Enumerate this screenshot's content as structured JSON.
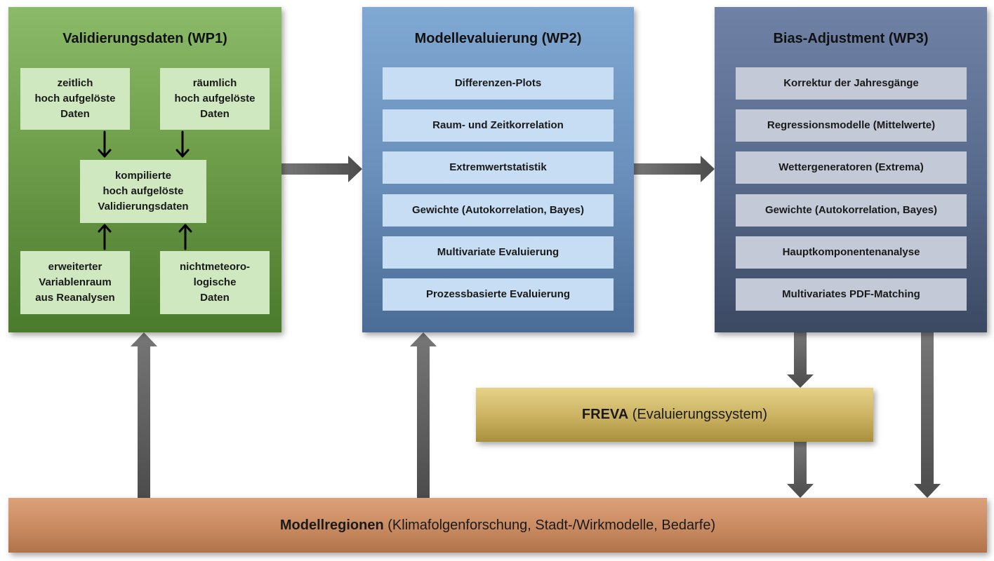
{
  "wp1": {
    "title": "Validierungsdaten (WP1)",
    "box_temporal": [
      "zeitlich",
      "hoch aufgelöste",
      "Daten"
    ],
    "box_spatial": [
      "räumlich",
      "hoch aufgelöste",
      "Daten"
    ],
    "box_compiled": [
      "kompilierte",
      "hoch aufgelöste",
      "Validierungsdaten"
    ],
    "box_reanalysis": [
      "erweiterter",
      "Variablenraum",
      "aus Reanalysen"
    ],
    "box_nonmet": [
      "nichtmeteoro-",
      "logische",
      "Daten"
    ]
  },
  "wp2": {
    "title": "Modellevaluierung (WP2)",
    "items": [
      "Differenzen-Plots",
      "Raum- und Zeitkorrelation",
      "Extremwertstatistik",
      "Gewichte (Autokorrelation, Bayes)",
      "Multivariate Evaluierung",
      "Prozessbasierte Evaluierung"
    ]
  },
  "wp3": {
    "title": "Bias-Adjustment (WP3)",
    "items": [
      "Korrektur der Jahresgänge",
      "Regressionsmodelle (Mittelwerte)",
      "Wettergeneratoren (Extrema)",
      "Gewichte (Autokorrelation, Bayes)",
      "Hauptkomponentenanalyse",
      "Multivariates PDF-Matching"
    ]
  },
  "freva": {
    "bold": "FREVA",
    "rest": " (Evaluierungssystem)"
  },
  "regions": {
    "bold": "Modellregionen",
    "rest": " (Klimafolgenforschung, Stadt-/Wirkmodelle, Bedarfe)"
  },
  "colors": {
    "wp1": "#6f9e4b",
    "wp2": "#6a90bb",
    "wp3": "#596b8d",
    "freva": "#c9b160",
    "regions": "#c98a60",
    "arrow": "#5a5a5a"
  }
}
